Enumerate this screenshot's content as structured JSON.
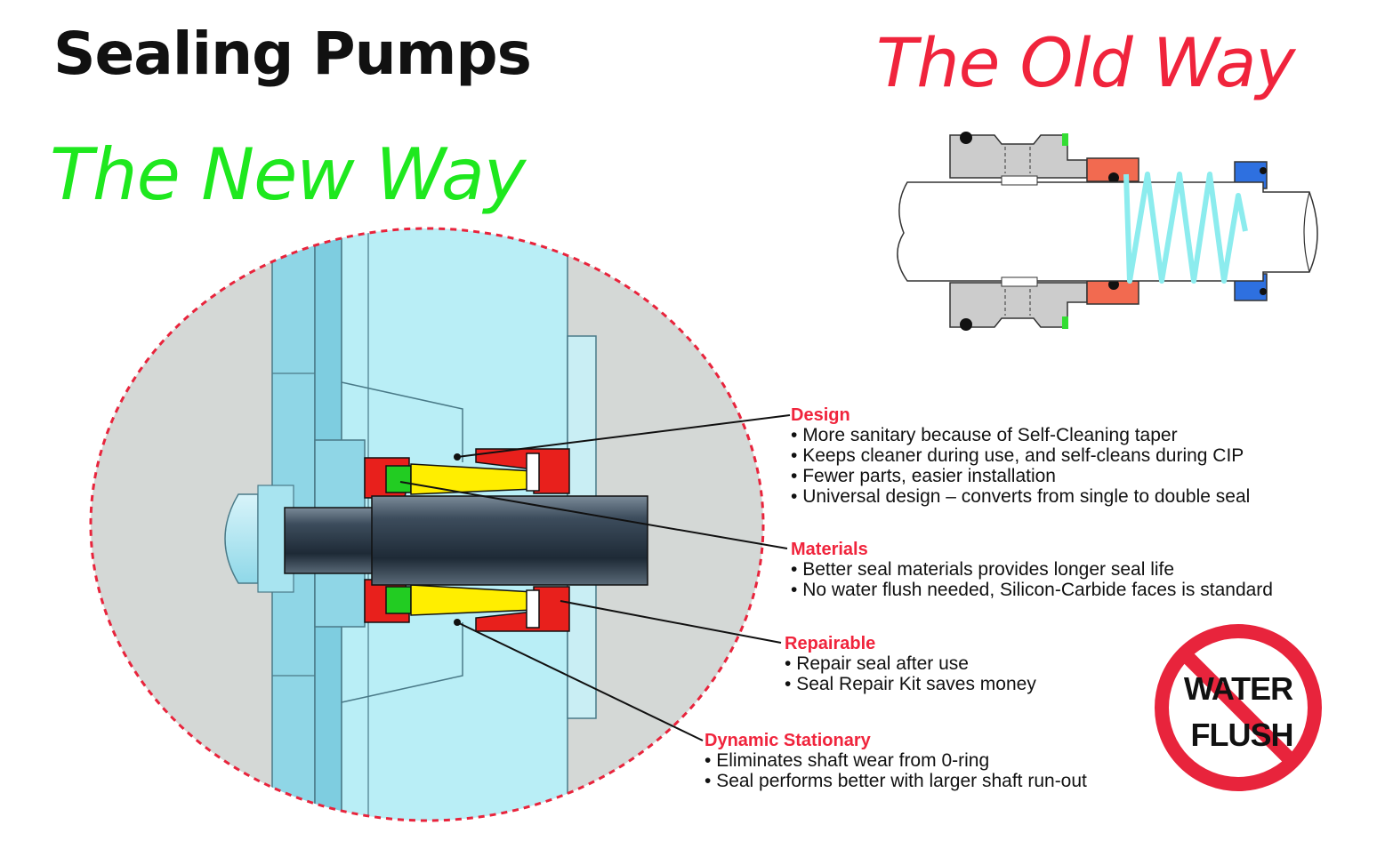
{
  "header": {
    "title": "Sealing Pumps",
    "new_way_label": "The New Way",
    "old_way_label": "The Old Way"
  },
  "callouts": [
    {
      "heading": "Design",
      "bullets": [
        "More sanitary because of Self-Cleaning taper",
        "Keeps cleaner during use, and self-cleans during CIP",
        "Fewer parts, easier installation",
        "Universal design – converts from single to double seal"
      ]
    },
    {
      "heading": "Materials",
      "bullets": [
        "Better seal materials provides longer seal life",
        "No water flush needed, Silicon-Carbide faces is standard"
      ]
    },
    {
      "heading": "Repairable",
      "bullets": [
        "Repair seal after use",
        "Seal Repair Kit saves money"
      ]
    },
    {
      "heading": "Dynamic Stationary",
      "bullets": [
        "Eliminates shaft wear from 0-ring",
        "Seal performs better with larger shaft run-out"
      ]
    }
  ],
  "badge": {
    "line1": "WATER",
    "line2": "FLUSH",
    "icon": "no-symbol-icon"
  },
  "colors": {
    "title": "#111111",
    "new_way": "#1ee81e",
    "old_way": "#f0243c",
    "heading": "#f0243c",
    "seal_red": "#e8201c",
    "seal_yellow": "#ffee00",
    "seal_green": "#22cc22",
    "pump_light_blue": "#b8eef4",
    "pump_blue": "#78d2e4",
    "shaft": "#3a4a5a",
    "background_circle": "#d4d8d6",
    "old_seal_orange": "#f26a50",
    "old_seal_blue": "#2e70e0",
    "spring": "#8cecee"
  }
}
